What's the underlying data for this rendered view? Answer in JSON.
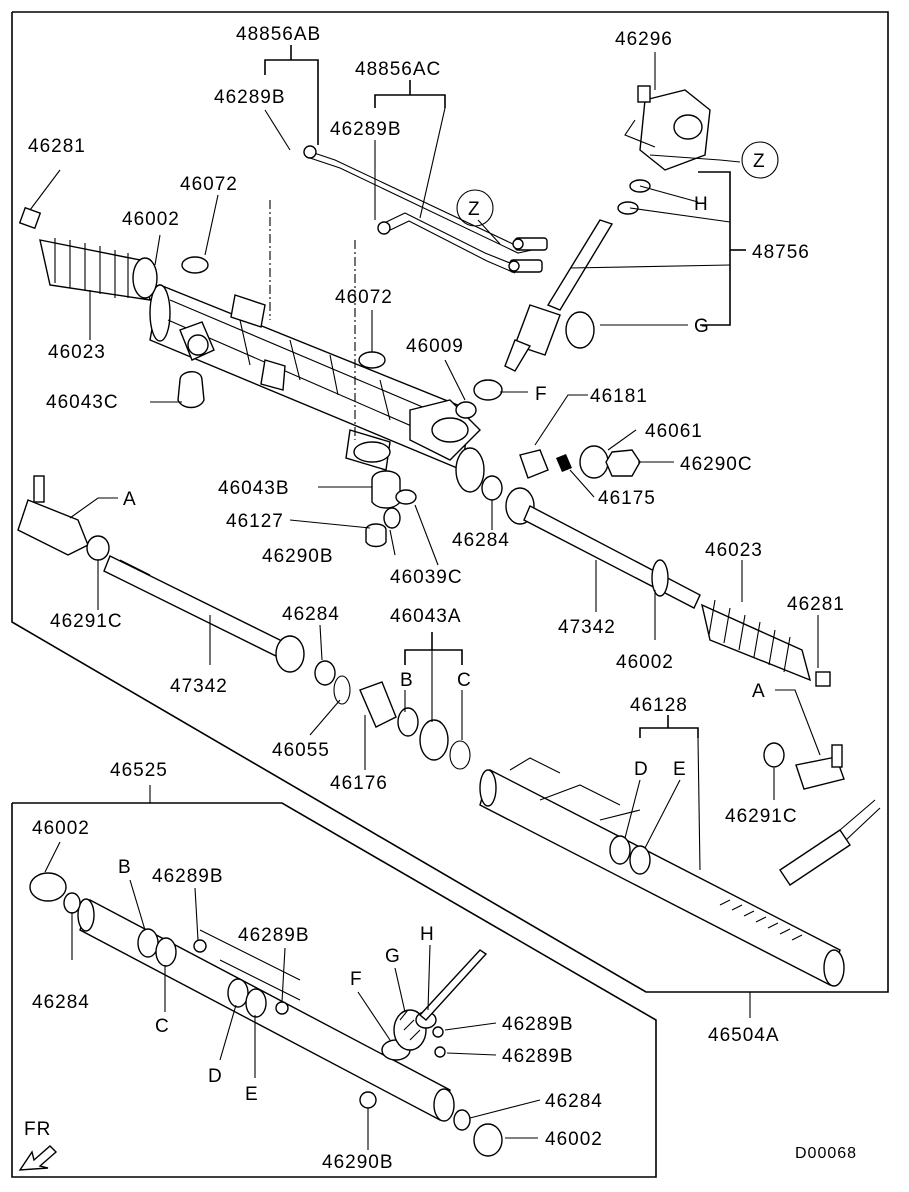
{
  "diagram_code": "D00068",
  "direction_label": "FR",
  "parts": {
    "p48856AB": "48856AB",
    "p48856AC": "48856AC",
    "p46296": "46296",
    "p46289B_a": "46289B",
    "p46289B_b": "46289B",
    "p46281_left": "46281",
    "p46072_a": "46072",
    "p46002_top": "46002",
    "p46023_left": "46023",
    "p46072_b": "46072",
    "p46009": "46009",
    "p46043C": "46043C",
    "p46181": "46181",
    "p46061": "46061",
    "p46290C": "46290C",
    "p46175": "46175",
    "p46043B": "46043B",
    "p46127": "46127",
    "p46284_mid": "46284",
    "p46290B_mid": "46290B",
    "p46039C": "46039C",
    "p46291C_left": "46291C",
    "p47342_left": "47342",
    "p46284_low": "46284",
    "p46043A": "46043A",
    "p47342_right": "47342",
    "p46023_right": "46023",
    "p46281_right": "46281",
    "p46002_right": "46002",
    "p46055": "46055",
    "p46176": "46176",
    "p46128": "46128",
    "p46291C_right": "46291C",
    "p48756": "48756",
    "p46525": "46525",
    "p46504A": "46504A",
    "k46002": "46002",
    "k46289B_1": "46289B",
    "k46289B_2": "46289B",
    "k46284_left": "46284",
    "k46289B_3": "46289B",
    "k46289B_4": "46289B",
    "k46284_right": "46284",
    "k46002_right": "46002",
    "k46290B": "46290B"
  },
  "refs": {
    "Z_top": "Z",
    "Z_mid": "Z",
    "A_left": "A",
    "A_right": "A",
    "H_top": "H",
    "G_top": "G",
    "F_top": "F",
    "B_mid": "B",
    "C_mid": "C",
    "D_mid": "D",
    "E_mid": "E",
    "B_kit": "B",
    "C_kit": "C",
    "D_kit": "D",
    "E_kit": "E",
    "F_kit": "F",
    "G_kit": "G",
    "H_kit": "H"
  }
}
